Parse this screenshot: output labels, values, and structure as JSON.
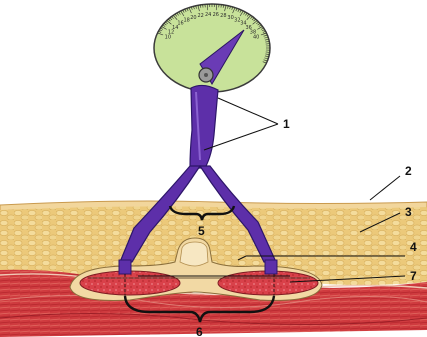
{
  "labels": {
    "caliper_arms": "1",
    "skin_surface": "2",
    "subcutaneous_fat": "3",
    "skin_fold_top": "4",
    "fold_width_upper": "5",
    "fold_width_lower": "6",
    "muscle_tissue": "7"
  },
  "dial": {
    "tick_numbers": [
      "10",
      "12",
      "14",
      "16",
      "18",
      "20",
      "22",
      "24",
      "26",
      "28",
      "30",
      "32",
      "34",
      "36",
      "38",
      "40"
    ]
  },
  "colors": {
    "caliper": "#5b2ea8",
    "dial_face": "#c9e39a",
    "fat": "#e8c773",
    "muscle": "#d1323a",
    "skin": "#f3d9a6"
  }
}
